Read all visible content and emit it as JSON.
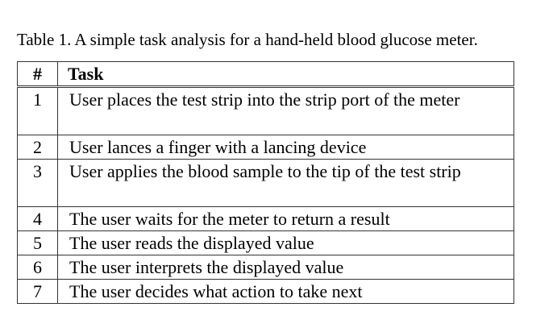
{
  "caption": "Table 1. A simple task analysis for a hand-held blood glucose meter.",
  "table": {
    "headers": [
      "#",
      "Task"
    ],
    "rows": [
      {
        "num": "1",
        "task": "User places the test strip into the strip port of the meter"
      },
      {
        "num": "2",
        "task": "User lances a finger with a lancing device"
      },
      {
        "num": "3",
        "task": "User applies the blood sample to the tip of the test strip"
      },
      {
        "num": "4",
        "task": "The user waits for the meter to return a result"
      },
      {
        "num": "5",
        "task": "The user reads the displayed value"
      },
      {
        "num": "6",
        "task": "The user interprets the displayed value"
      },
      {
        "num": "7",
        "task": "The user decides what action to take next"
      }
    ]
  }
}
